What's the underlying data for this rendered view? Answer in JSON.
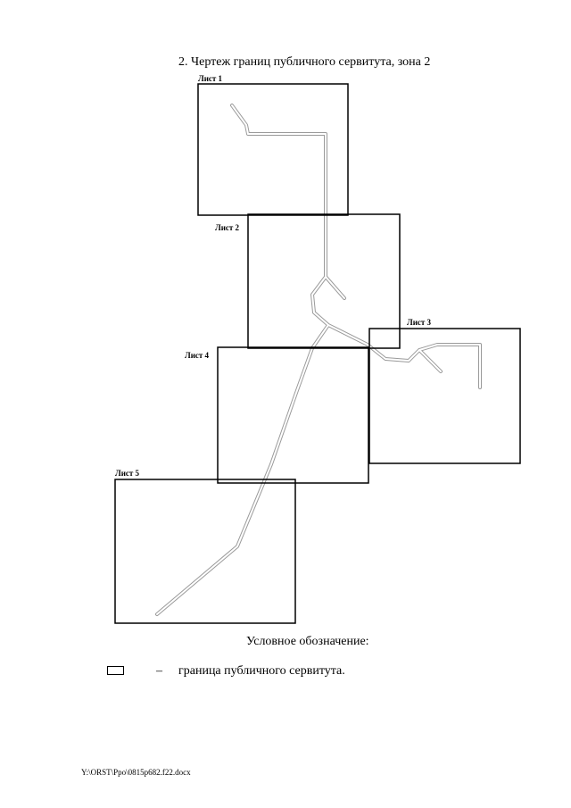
{
  "document": {
    "title": "2. Чертеж границ публичного сервитута, зона 2",
    "sheets": [
      {
        "id": "sheet-1",
        "label": "Лист 1"
      },
      {
        "id": "sheet-2",
        "label": "Лист 2"
      },
      {
        "id": "sheet-3",
        "label": "Лист 3"
      },
      {
        "id": "sheet-4",
        "label": "Лист 4"
      },
      {
        "id": "sheet-5",
        "label": "Лист 5"
      }
    ],
    "legend": {
      "title": "Условное обозначение:",
      "dash": "–",
      "item_label": "граница публичного сервитута."
    },
    "footer_path": "Y:\\ORST\\Ppo\\0815p682.f22.docx"
  }
}
